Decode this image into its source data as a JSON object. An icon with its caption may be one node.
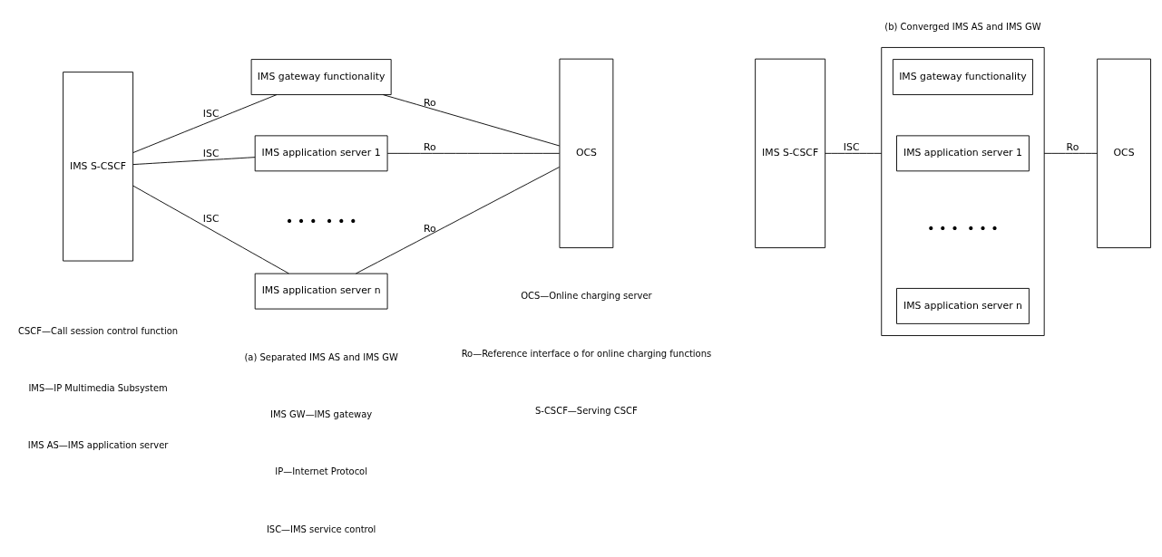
{
  "diagram": {
    "nodes": [
      {
        "text": [
          "IMS S-CSCF"
        ]
      },
      {
        "text": [
          "IMS gateway functionality"
        ]
      },
      {
        "text": [
          "IMS application server 1"
        ]
      },
      {
        "text": [
          "IMS application server n"
        ]
      },
      {
        "text": [
          "OCS"
        ]
      },
      {
        "text": [
          "IMS S-CSCF"
        ]
      },
      {
        "text": [],
        "shape": "box"
      },
      {
        "text": [
          "IMS gateway functionality"
        ],
        "in": 6
      },
      {
        "text": [
          "IMS application server 1"
        ],
        "in": 6
      },
      {
        "text": [
          "IMS application server n"
        ],
        "in": 6
      },
      {
        "text": [
          "OCS"
        ]
      }
    ],
    "edges": [
      {
        "from": 0,
        "to": 1,
        "arrow": "none",
        "label": "ISC"
      },
      {
        "from": 1,
        "to": 4,
        "arrow": "none",
        "label": "Ro"
      },
      {
        "from": 0,
        "to": 2,
        "arrow": "none",
        "label": "ISC"
      },
      {
        "from": 2,
        "to": 4,
        "arrow": "none",
        "label": "Ro"
      },
      {
        "from": 0,
        "to": 3,
        "arrow": "none",
        "label": "ISC"
      },
      {
        "from": 3,
        "to": 4,
        "arrow": "none",
        "label": "Ro"
      },
      {
        "from": 5,
        "to": 6,
        "arrow": "none",
        "label": "ISC"
      },
      {
        "from": 6,
        "to": 10,
        "arrow": "none",
        "label": "Ro"
      }
    ],
    "labels": [
      "• • •  • • •",
      "• • •  • • •",
      "(a) Separated IMS AS and IMS GW",
      "(b) Converged IMS AS and IMS GW",
      "CSCF—Call session control function",
      "IMS GW—IMS gateway",
      "OCS—Online charging server",
      "IMS—IP Multimedia Subsystem",
      "IP—Internet Protocol",
      "Ro—Reference interface o for online charging functions",
      "IMS AS—IMS application server",
      "ISC—IMS service control",
      "S-CSCF—Serving CSCF"
    ]
  }
}
